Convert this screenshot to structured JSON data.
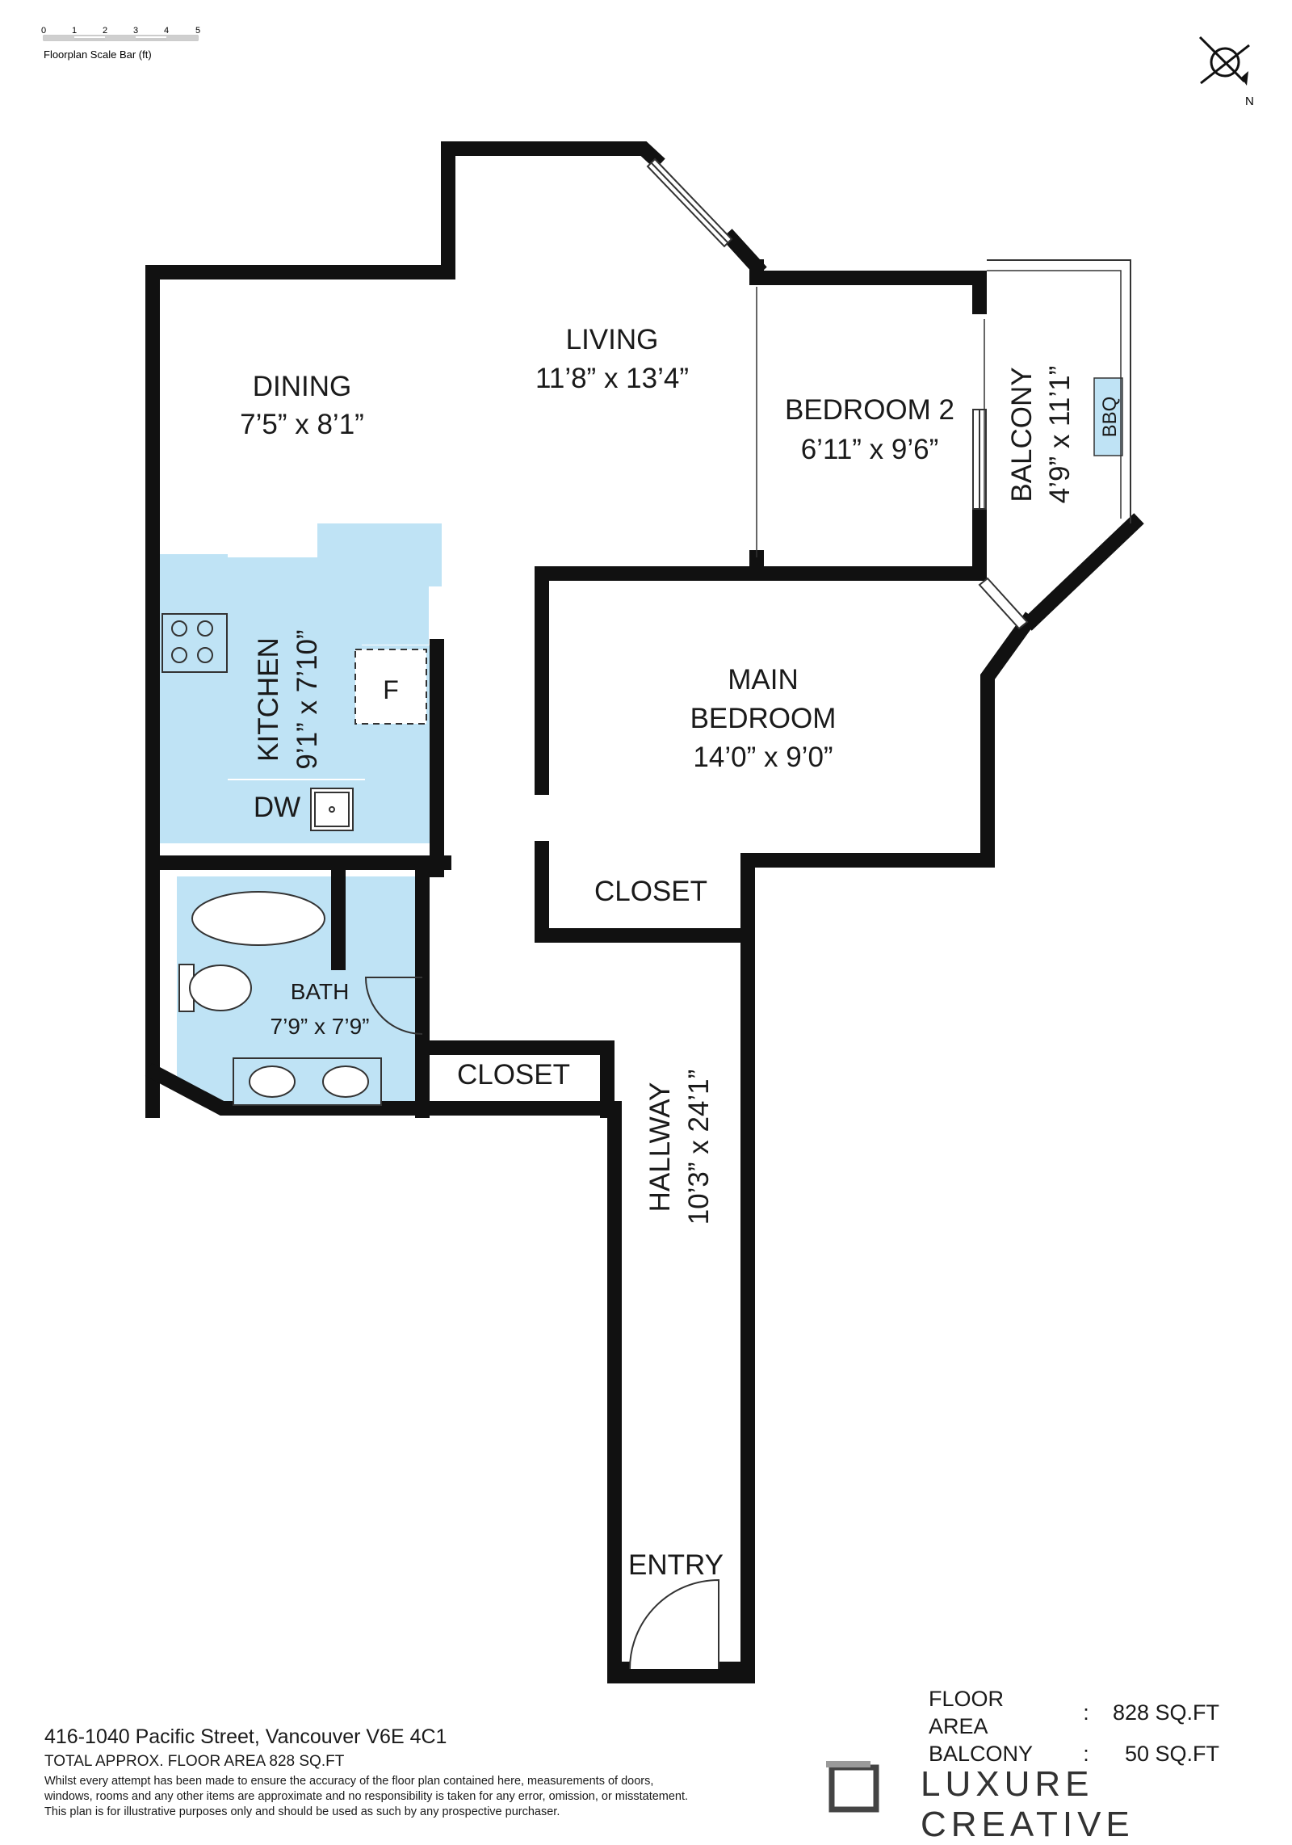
{
  "scale_bar": {
    "caption": "Floorplan Scale Bar (ft)",
    "ticks": [
      "0",
      "1",
      "2",
      "3",
      "4",
      "5"
    ]
  },
  "compass": {
    "north_label": "N"
  },
  "rooms": {
    "living": {
      "name": "LIVING",
      "size": "11’8” x 13’4”"
    },
    "dining": {
      "name": "DINING",
      "size": "7’5” x 8’1”"
    },
    "bedroom2": {
      "name": "BEDROOM 2",
      "size": "6’11” x 9’6”"
    },
    "balcony": {
      "name": "BALCONY",
      "size": "4’9” x 11’1”"
    },
    "kitchen": {
      "name": "KITCHEN",
      "size": "9’1” x 7’10”"
    },
    "main_bedroom": {
      "name_line1": "MAIN",
      "name_line2": "BEDROOM",
      "size": "14’0” x 9’0”"
    },
    "bath": {
      "name": "BATH",
      "size": "7’9” x 7’9”"
    },
    "closet_main": {
      "name": "CLOSET"
    },
    "closet_hall": {
      "name": "CLOSET"
    },
    "hallway": {
      "name": "HALLWAY",
      "size": "10’3” x 24’1”"
    },
    "entry": {
      "name": "ENTRY"
    }
  },
  "fixtures": {
    "bbq": "BBQ",
    "fridge": "F",
    "dishwasher": "DW"
  },
  "area_summary": [
    {
      "label": "FLOOR AREA",
      "sep": ":",
      "value": "828 SQ.FT"
    },
    {
      "label": "BALCONY",
      "sep": ":",
      "value": "50 SQ.FT"
    }
  ],
  "footer": {
    "address": "416-1040 Pacific Street, Vancouver V6E 4C1",
    "total_area": "TOTAL APPROX. FLOOR AREA 828 SQ.FT",
    "disclaimer_1": "Whilst every attempt has been made to ensure the accuracy of the floor plan contained here, measurements of doors,",
    "disclaimer_2": "windows, rooms and any other items are approximate and no responsibility is taken for any error, omission, or misstatement.",
    "disclaimer_3": "This plan is for illustrative purposes only and should be used as such by any prospective purchaser.",
    "brand": "LUXURE CREATIVE"
  },
  "colors": {
    "wall": "#111111",
    "wet_area": "#bfe3f5",
    "text": "#1a1a1a",
    "brand_box": "#444444"
  }
}
